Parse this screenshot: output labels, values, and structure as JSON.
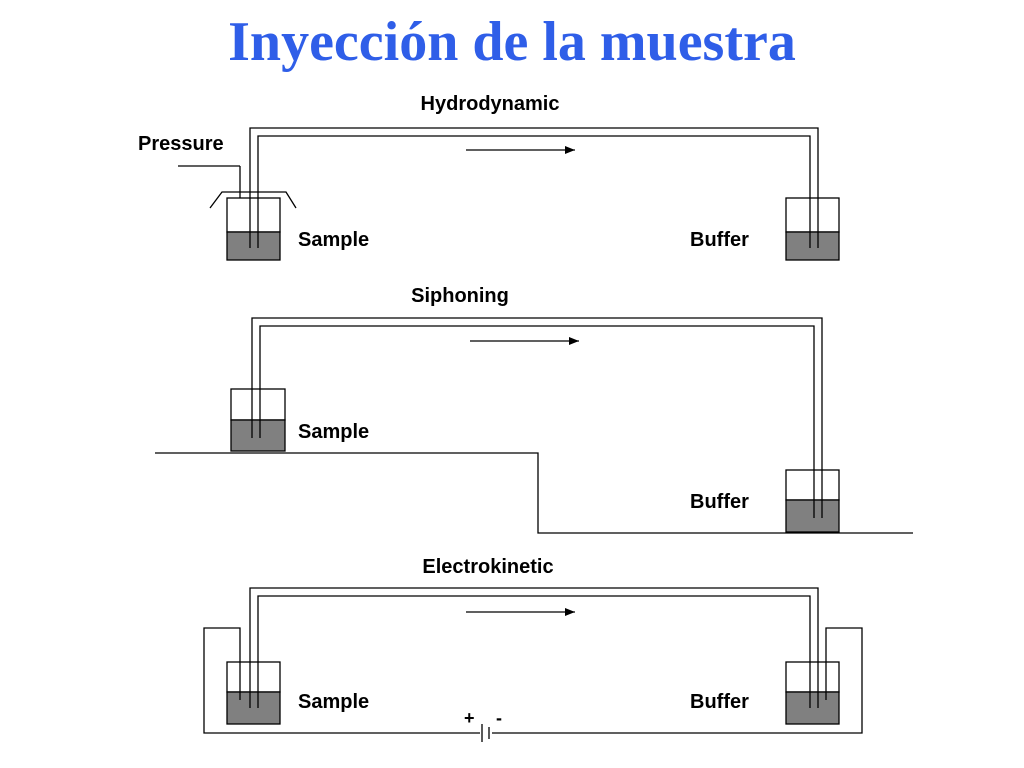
{
  "slide": {
    "title": "Inyección de la muestra"
  },
  "panels": [
    {
      "heading": "Hydrodynamic",
      "left_label": "Sample",
      "right_label": "Buffer",
      "extra_label": "Pressure"
    },
    {
      "heading": "Siphoning",
      "left_label": "Sample",
      "right_label": "Buffer"
    },
    {
      "heading": "Electrokinetic",
      "left_label": "Sample",
      "right_label": "Buffer",
      "plus_label": "+",
      "minus_label": "-"
    }
  ],
  "colors": {
    "title": "#2f5ee8",
    "liquid": "#808080",
    "line": "#000000"
  }
}
